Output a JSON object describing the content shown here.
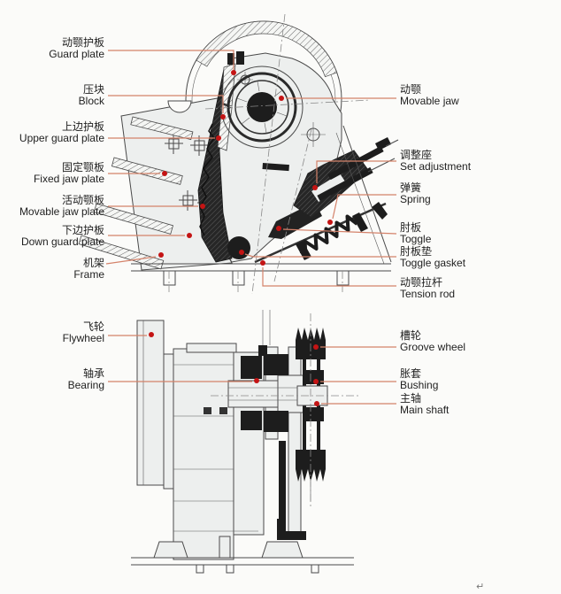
{
  "colors": {
    "background": "#fbfbf9",
    "leader_line": "#d4826a",
    "callout_dot": "#c41414",
    "drawing_ink": "#4a4a4a",
    "dark_section_fill": "#1d1d1d",
    "panel_fill": "#edefee"
  },
  "labels": {
    "top_left": [
      {
        "id": "guard-plate",
        "zh": "动颚护板",
        "en": "Guard plate"
      },
      {
        "id": "block",
        "zh": "压块",
        "en": "Block"
      },
      {
        "id": "upper-guard-plate",
        "zh": "上边护板",
        "en": "Upper guard plate"
      },
      {
        "id": "fixed-jaw-plate",
        "zh": "固定颚板",
        "en": "Fixed jaw plate"
      },
      {
        "id": "movable-jaw-plate",
        "zh": "活动颚板",
        "en": "Movable jaw plate"
      },
      {
        "id": "down-guard-plate",
        "zh": "下边护板",
        "en": "Down guard plate"
      },
      {
        "id": "frame",
        "zh": "机架",
        "en": "Frame"
      }
    ],
    "top_right": [
      {
        "id": "movable-jaw",
        "zh": "动颚",
        "en": "Movable jaw"
      },
      {
        "id": "set-adjustment",
        "zh": "调整座",
        "en": "Set adjustment"
      },
      {
        "id": "spring",
        "zh": "弹簧",
        "en": "Spring"
      },
      {
        "id": "toggle",
        "zh": "肘板",
        "en": "Toggle"
      },
      {
        "id": "toggle-gasket",
        "zh": "肘板垫",
        "en": "Toggle gasket"
      },
      {
        "id": "tension-rod",
        "zh": "动颚拉杆",
        "en": "Tension rod"
      }
    ],
    "bottom_left": [
      {
        "id": "flywheel",
        "zh": "飞轮",
        "en": "Flywheel"
      },
      {
        "id": "bearing",
        "zh": "轴承",
        "en": "Bearing"
      }
    ],
    "bottom_right": [
      {
        "id": "groove-wheel",
        "zh": "槽轮",
        "en": "Groove wheel"
      },
      {
        "id": "bushing",
        "zh": "胀套",
        "en": "Bushing"
      },
      {
        "id": "main-shaft",
        "zh": "主轴",
        "en": "Main shaft"
      }
    ]
  },
  "artifact": {
    "return_mark": "↵"
  }
}
